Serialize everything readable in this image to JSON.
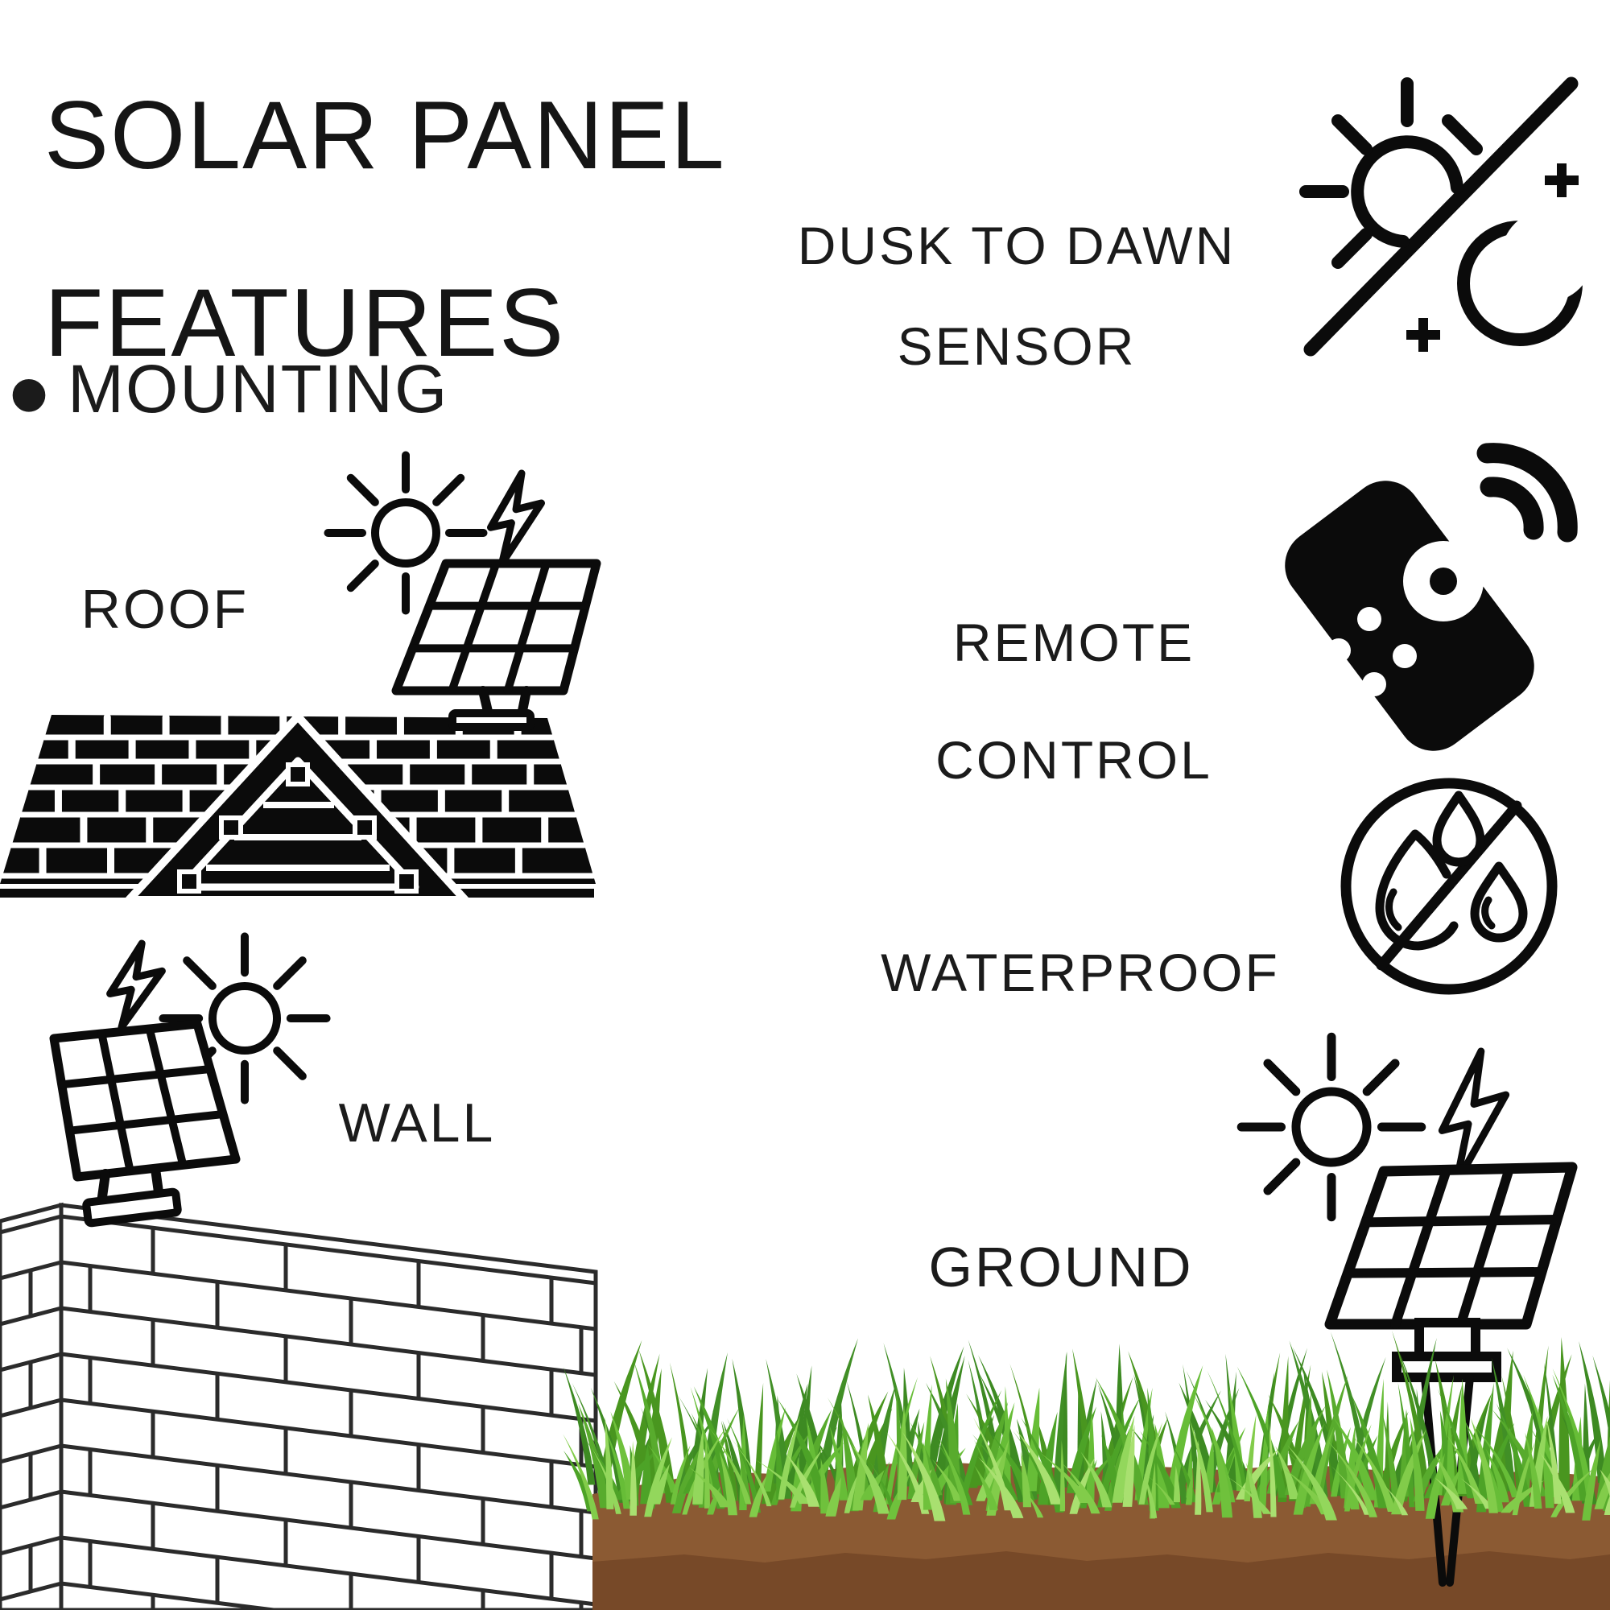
{
  "header": {
    "title_lines": [
      "SOLAR PANEL",
      "FEATURES"
    ]
  },
  "mounting": {
    "bullet": "•",
    "label": "MOUNTING",
    "options": [
      {
        "id": "roof",
        "label": "ROOF"
      },
      {
        "id": "wall",
        "label": "WALL"
      },
      {
        "id": "ground",
        "label": "GROUND"
      }
    ]
  },
  "features": [
    {
      "id": "dusk-to-dawn-sensor",
      "label_lines": [
        "DUSK TO DAWN",
        "SENSOR"
      ],
      "icon": "sun-slash-moon-icon"
    },
    {
      "id": "remote-control",
      "label_lines": [
        "REMOTE",
        "CONTROL"
      ],
      "icon": "remote-control-icon"
    },
    {
      "id": "waterproof",
      "label_lines": [
        "WATERPROOF"
      ],
      "icon": "no-water-drops-icon"
    }
  ],
  "colors": {
    "ink": "#0b0b0b",
    "brick_line": "#2b2b2b",
    "text": "#1b1b1b",
    "soil_light": "#8b5a33",
    "soil_dark": "#774928",
    "grass_back": [
      "#3d8a22",
      "#49961f",
      "#418f26"
    ],
    "grass_mid": [
      "#58ab2d",
      "#67bd37",
      "#4da327"
    ],
    "grass_front": [
      "#82cc4a",
      "#93d75c",
      "#a9e070",
      "#6fc13c"
    ]
  }
}
